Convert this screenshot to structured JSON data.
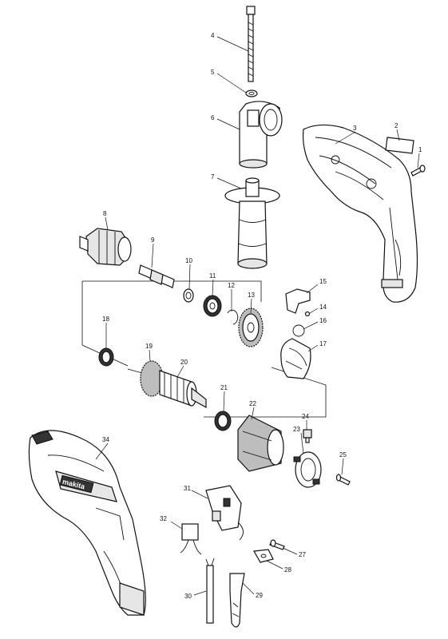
{
  "diagram": {
    "part_numbers": [
      "1",
      "2",
      "3",
      "4",
      "5",
      "6",
      "7",
      "8",
      "9",
      "10",
      "11",
      "12",
      "13",
      "14",
      "15",
      "16",
      "17",
      "18",
      "19",
      "20",
      "21",
      "22",
      "23",
      "24",
      "25",
      "27",
      "28",
      "29",
      "30",
      "31",
      "32",
      "34"
    ],
    "logo_text": "makita"
  }
}
